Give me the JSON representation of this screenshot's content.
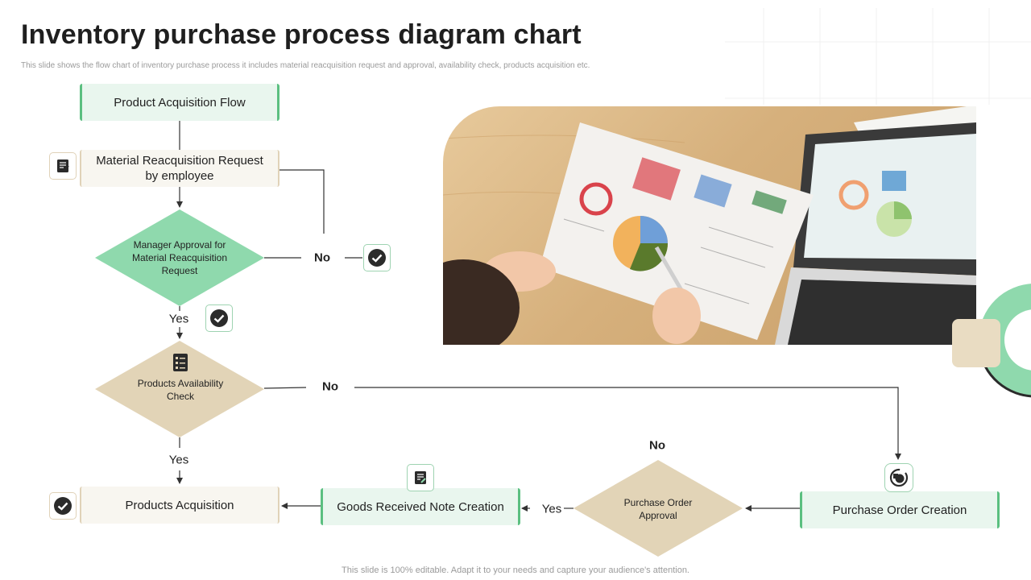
{
  "header": {
    "title": "Inventory purchase process diagram chart",
    "subtitle": "This slide shows the flow chart of inventory purchase process it includes material reacquisition request and approval, availability  check, products acquisition etc."
  },
  "flow": {
    "start": "Product Acquisition Flow",
    "request": "Material Reacquisition Request by employee",
    "manager_approval": "Manager Approval for Material Reacquisition  Request",
    "availability_check": "Products Availability Check",
    "products_acquisition": "Products Acquisition",
    "goods_received": "Goods Received Note Creation",
    "purchase_order_approval": "Purchase Order  Approval",
    "purchase_order_creation": "Purchase Order Creation"
  },
  "labels": {
    "no_manager": "No",
    "yes_manager": "Yes",
    "no_availability": "No",
    "yes_availability": "Yes",
    "no_po_approval": "No",
    "yes_po_approval": "Yes"
  },
  "icons": {
    "request": "clipboard-icon",
    "no_manager": "check-circle-icon",
    "yes_manager": "check-circle-icon",
    "availability": "checklist-icon",
    "products_acquisition": "check-circle-icon",
    "goods_received": "note-icon",
    "purchase_order_creation": "refresh-dollar-icon"
  },
  "colors": {
    "green_fill": "#8fd9ad",
    "green_accent": "#5bbf80",
    "beige_fill": "#e2d4b7",
    "dark": "#2b2b2b"
  },
  "footer": "This slide is 100% editable. Adapt it to your needs and capture your audience's attention."
}
